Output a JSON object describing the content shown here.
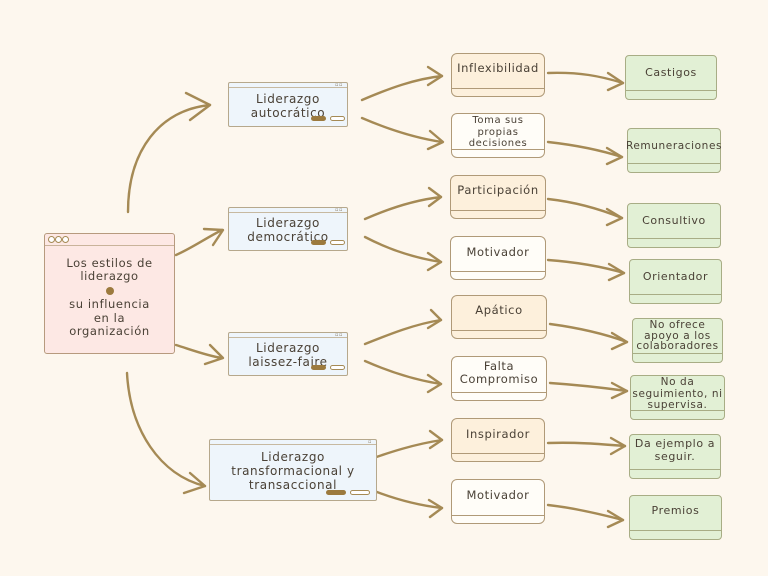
{
  "root": {
    "line1": "Los estilos de\nliderazgo",
    "line2": "su influencia\nen la\norganización"
  },
  "branches": [
    {
      "label": "Liderazgo\nautocrático",
      "children": [
        {
          "label": "Inflexibilidad",
          "leaf": "Castigos"
        },
        {
          "label": "Toma sus\npropias\ndecisiones",
          "leaf": "Remuneraciones"
        }
      ]
    },
    {
      "label": "Liderazgo\ndemocrático",
      "children": [
        {
          "label": "Participación",
          "leaf": "Consultivo"
        },
        {
          "label": "Motivador",
          "leaf": "Orientador"
        }
      ]
    },
    {
      "label": "Liderazgo\nlaissez-faire",
      "children": [
        {
          "label": "Apático",
          "leaf": "No ofrece\napoyo a los\ncolaboradores"
        },
        {
          "label": "Falta\nCompromiso",
          "leaf": "No da\nseguimiento, ni\nsupervisa."
        }
      ]
    },
    {
      "label": "Liderazgo\ntransformacional y\ntransaccional",
      "children": [
        {
          "label": "Inspirador",
          "leaf": "Da ejemplo a\nseguir."
        },
        {
          "label": "Motivador",
          "leaf": "Premios"
        }
      ]
    }
  ],
  "colors": {
    "background": "#fdf7ee",
    "arrow": "#a58a55",
    "root_fill": "#fde8e4",
    "branch_fill": "#eef5fb",
    "tan_fill": "#fdf0dc",
    "leaf_fill": "#e2f0d5"
  }
}
